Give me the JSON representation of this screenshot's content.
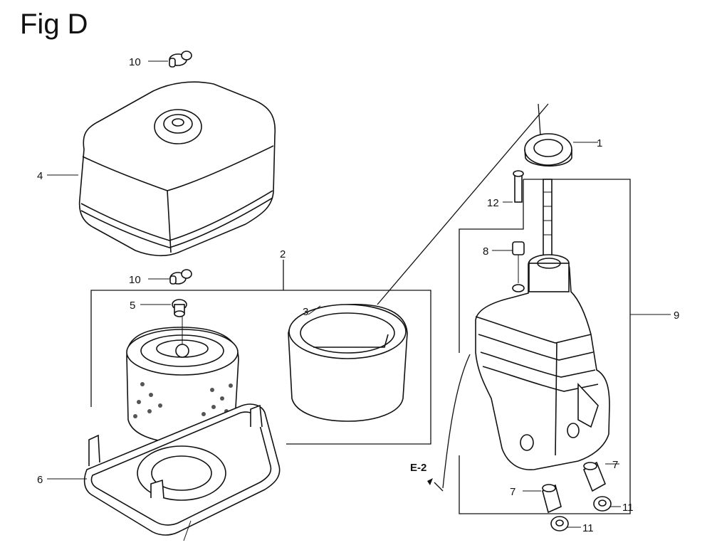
{
  "figure": {
    "title": "Fig D",
    "callouts": {
      "c1": "1",
      "c2": "2",
      "c3": "3",
      "c4": "4",
      "c5": "5",
      "c6": "6",
      "c7a": "7",
      "c7b": "7",
      "c8": "8",
      "c9": "9",
      "c10a": "10",
      "c10b": "10",
      "c11a": "11",
      "c11b": "11",
      "c12": "12"
    },
    "reference": "E-2"
  }
}
